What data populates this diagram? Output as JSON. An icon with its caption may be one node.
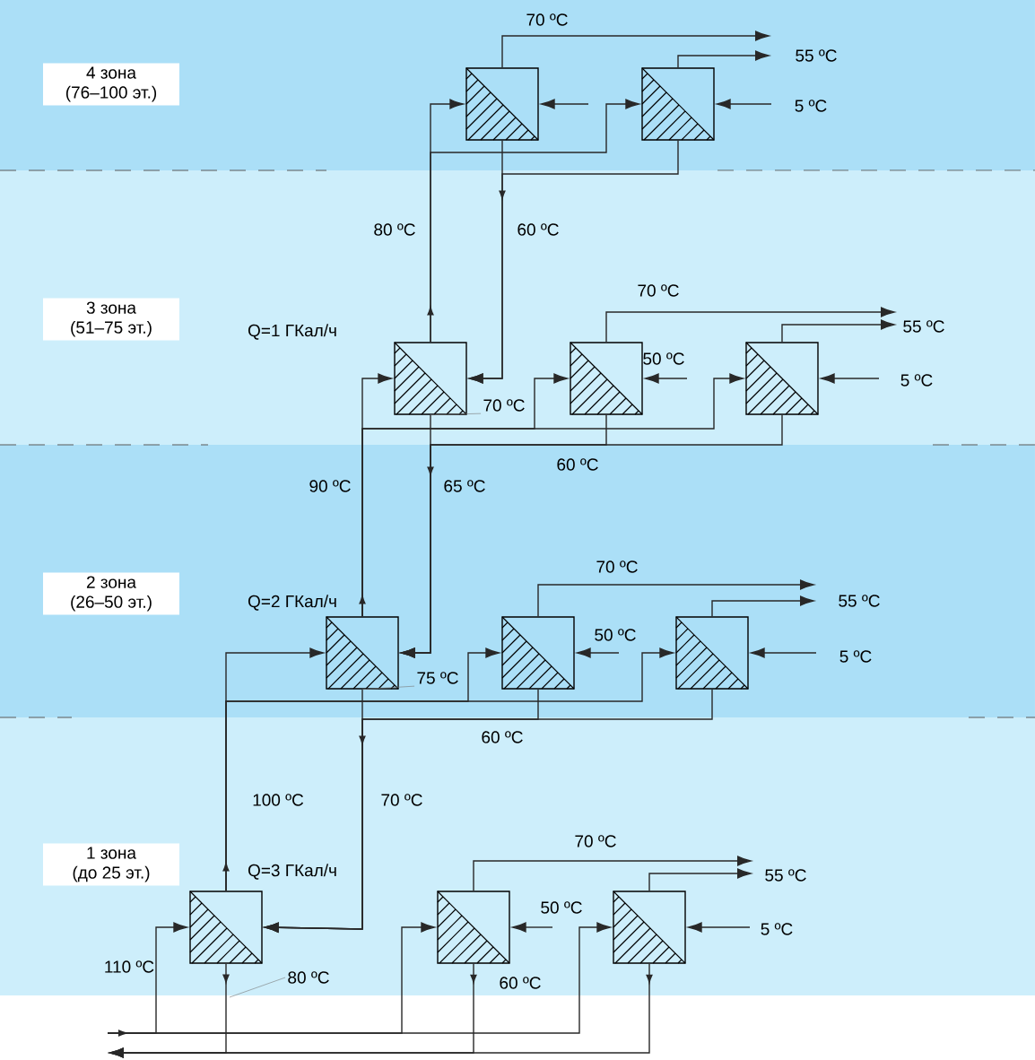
{
  "diagram": {
    "nodes": [
      {
        "text": [
          "4 зона",
          "(76–100 эт.)"
        ]
      },
      {
        "text": [],
        "shape": "box"
      },
      {
        "text": [],
        "shape": "box"
      },
      {
        "text": [
          "3 зона",
          "(51–75 эт.)"
        ]
      },
      {
        "text": [],
        "shape": "box",
        "beside": [
          "Q=1 ГКал/ч"
        ]
      },
      {
        "text": [],
        "shape": "box"
      },
      {
        "text": [],
        "shape": "box"
      },
      {
        "text": [
          "2 зона",
          "(26–50 эт.)"
        ]
      },
      {
        "text": [],
        "shape": "box",
        "beside": [
          "Q=2 ГКал/ч"
        ]
      },
      {
        "text": [],
        "shape": "box"
      },
      {
        "text": [],
        "shape": "box"
      },
      {
        "text": [
          "1 зона",
          "(до 25 эт.)"
        ]
      },
      {
        "text": [],
        "shape": "box",
        "beside": [
          "Q=3 ГКал/ч"
        ]
      },
      {
        "text": [],
        "shape": "box"
      },
      {
        "text": [],
        "shape": "box"
      },
      {
        "text": [
          "70 ºC"
        ]
      },
      {
        "text": [
          "75 ºC"
        ]
      },
      {
        "text": [
          "80 ºC"
        ]
      }
    ],
    "edges": [
      {
        "from": 1,
        "to": null,
        "arrow": "to",
        "label": "70 ºC"
      },
      {
        "from": 2,
        "to": null,
        "arrow": "to",
        "label": "55 ºC"
      },
      {
        "from": null,
        "to": 2,
        "arrow": "to",
        "label": "5 ºC"
      },
      {
        "from": null,
        "to": 1,
        "arrow": "to"
      },
      {
        "from": 4,
        "to": 1,
        "arrow": "to",
        "label": "80 ºC"
      },
      {
        "from": 4,
        "to": 2,
        "arrow": "to"
      },
      {
        "from": 1,
        "to": 4,
        "arrow": "to",
        "label": "60 ºC"
      },
      {
        "from": 2,
        "to": 4,
        "arrow": "to"
      },
      {
        "from": 5,
        "to": null,
        "arrow": "to",
        "label": "70 ºC"
      },
      {
        "from": 6,
        "to": null,
        "arrow": "to",
        "label": "55 ºC"
      },
      {
        "from": null,
        "to": 5,
        "arrow": "to",
        "label": "50 ºC"
      },
      {
        "from": null,
        "to": 6,
        "arrow": "to",
        "label": "5 ºC"
      },
      {
        "from": 8,
        "to": 4,
        "arrow": "to",
        "label": "90 ºC"
      },
      {
        "from": 8,
        "to": 5,
        "arrow": "to"
      },
      {
        "from": 8,
        "to": 6,
        "arrow": "to"
      },
      {
        "from": 4,
        "to": 8,
        "arrow": "to",
        "label": "65 ºC"
      },
      {
        "from": 5,
        "to": 8,
        "arrow": "to"
      },
      {
        "from": 6,
        "to": 8,
        "arrow": "to",
        "label": "60 ºC"
      },
      {
        "from": 9,
        "to": null,
        "arrow": "to",
        "label": "70 ºC"
      },
      {
        "from": 10,
        "to": null,
        "arrow": "to",
        "label": "55 ºC"
      },
      {
        "from": null,
        "to": 9,
        "arrow": "to",
        "label": "50 ºC"
      },
      {
        "from": null,
        "to": 10,
        "arrow": "to",
        "label": "5 ºC"
      },
      {
        "from": 12,
        "to": 8,
        "arrow": "to",
        "label": "100 ºC"
      },
      {
        "from": 12,
        "to": 9,
        "arrow": "to"
      },
      {
        "from": 12,
        "to": 10,
        "arrow": "to"
      },
      {
        "from": 8,
        "to": 12,
        "arrow": "to",
        "label": "70 ºC"
      },
      {
        "from": 9,
        "to": 12,
        "arrow": "to"
      },
      {
        "from": 10,
        "to": 12,
        "arrow": "to",
        "label": "60 ºC"
      },
      {
        "from": 13,
        "to": null,
        "arrow": "to",
        "label": "70 ºC"
      },
      {
        "from": 14,
        "to": null,
        "arrow": "to",
        "label": "55 ºC"
      },
      {
        "from": null,
        "to": 13,
        "arrow": "to",
        "label": "50 ºC"
      },
      {
        "from": null,
        "to": 14,
        "arrow": "to",
        "label": "5 ºC"
      },
      {
        "from": null,
        "to": 12,
        "arrow": "to",
        "label": "110 ºC"
      },
      {
        "from": null,
        "to": 13,
        "arrow": "to"
      },
      {
        "from": null,
        "to": 14,
        "arrow": "to"
      },
      {
        "from": 12,
        "to": null,
        "arrow": "to"
      },
      {
        "from": 13,
        "to": null,
        "arrow": "to",
        "label": "60 ºC"
      },
      {
        "from": 14,
        "to": null,
        "arrow": "to"
      },
      {
        "from": 15,
        "to": 4,
        "arrow": "none"
      },
      {
        "from": 16,
        "to": 8,
        "arrow": "none"
      },
      {
        "from": 17,
        "to": null,
        "arrow": "none"
      }
    ]
  }
}
